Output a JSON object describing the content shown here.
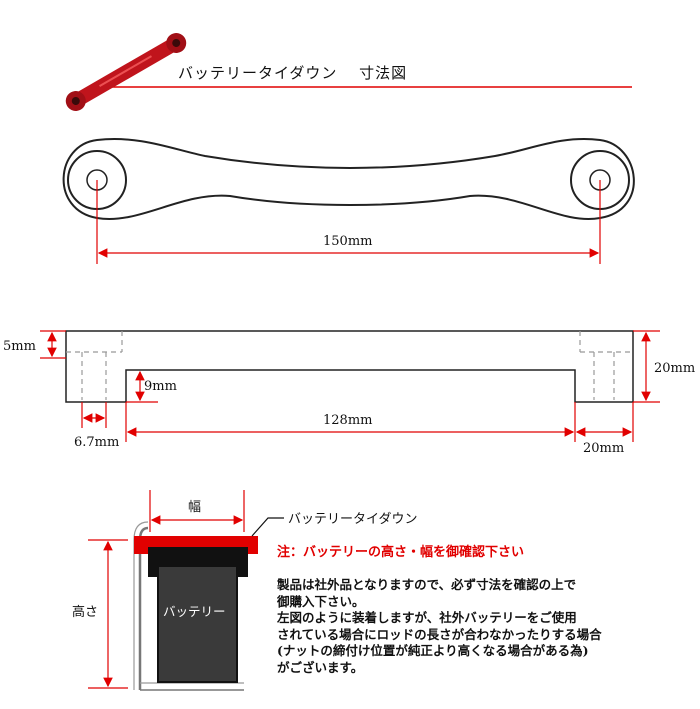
{
  "title": "バッテリータイダウン　 寸法図",
  "dimensions": {
    "length": "150mm",
    "thickness": "5mm",
    "height_right": "20mm",
    "notch_depth": "9mm",
    "inner_length": "128mm",
    "hole_offset": "6.7mm",
    "end_width": "20mm"
  },
  "install_diagram": {
    "width_label": "幅",
    "height_label": "高さ",
    "part_label": "バッテリータイダウン",
    "battery_label": "バッテリー"
  },
  "notes": {
    "warning": "注：バッテリーの高さ・幅を御確認下さい",
    "lines": [
      "製品は社外品となりますので、必ず寸法を確認の上で",
      "御購入下さい。",
      "左図のように装着しますが、社外バッテリーをご使用",
      "されている場合にロッドの長さが合わなかったりする場合",
      "(ナットの締付け位置が純正より高くなる場合がある為)",
      "がございます。"
    ]
  },
  "colors": {
    "accent": "#e10000",
    "product_red": "#c0141c",
    "outline": "#111111"
  }
}
